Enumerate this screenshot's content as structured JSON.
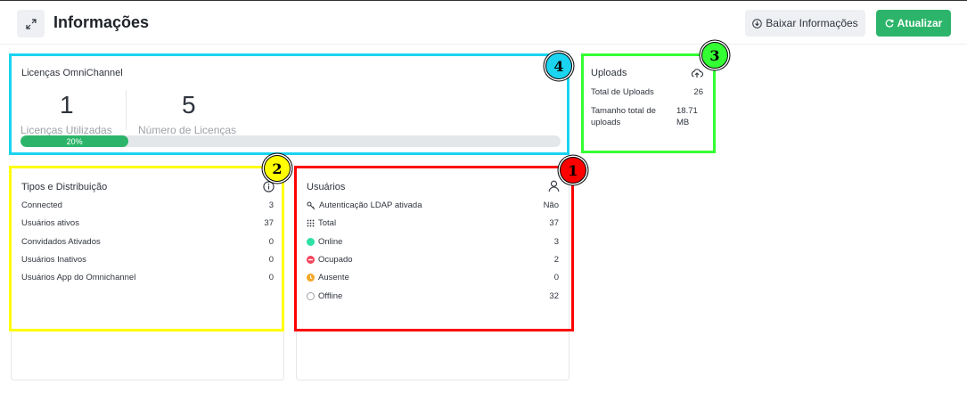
{
  "header": {
    "title": "Informações",
    "download_label": "Baixar Informações",
    "refresh_label": "Atualizar"
  },
  "licenses": {
    "title": "Licenças OmniChannel",
    "used_value": "1",
    "used_label": "Licenças Utilizadas",
    "total_value": "5",
    "total_label": "Número de Licenças",
    "progress_text": "20%",
    "progress_fraction": 0.2
  },
  "uploads": {
    "title": "Uploads",
    "rows": [
      {
        "label": "Total de Uploads",
        "value": "26"
      },
      {
        "label": "Tamanho total de uploads",
        "value": "18.71 MB"
      }
    ]
  },
  "types": {
    "title": "Tipos e Distribuição",
    "rows": [
      {
        "label": "Connected",
        "value": "3"
      },
      {
        "label": "Usuários ativos",
        "value": "37"
      },
      {
        "label": "Convidados Ativados",
        "value": "0"
      },
      {
        "label": "Usuários Inativos",
        "value": "0"
      },
      {
        "label": "Usuários App do Omnichannel",
        "value": "0"
      }
    ]
  },
  "users": {
    "title": "Usuários",
    "rows": [
      {
        "label": "Autenticação LDAP ativada",
        "value": "Não",
        "icon": "key-icon"
      },
      {
        "label": "Total",
        "value": "37",
        "icon": "grid-icon"
      },
      {
        "label": "Online",
        "value": "3",
        "icon": "online-status-icon",
        "color": "#2de0a5"
      },
      {
        "label": "Ocupado",
        "value": "2",
        "icon": "busy-status-icon",
        "color": "#f5455c"
      },
      {
        "label": "Ausente",
        "value": "0",
        "icon": "away-status-icon",
        "color": "#ffd21f"
      },
      {
        "label": "Offline",
        "value": "32",
        "icon": "offline-status-icon",
        "color": "#9ea2a8"
      }
    ]
  },
  "annotations": [
    {
      "number": "1",
      "color": "#ff0000"
    },
    {
      "number": "2",
      "color": "#ffff00"
    },
    {
      "number": "3",
      "color": "#00ff00"
    },
    {
      "number": "4",
      "color": "#00ffff"
    }
  ]
}
